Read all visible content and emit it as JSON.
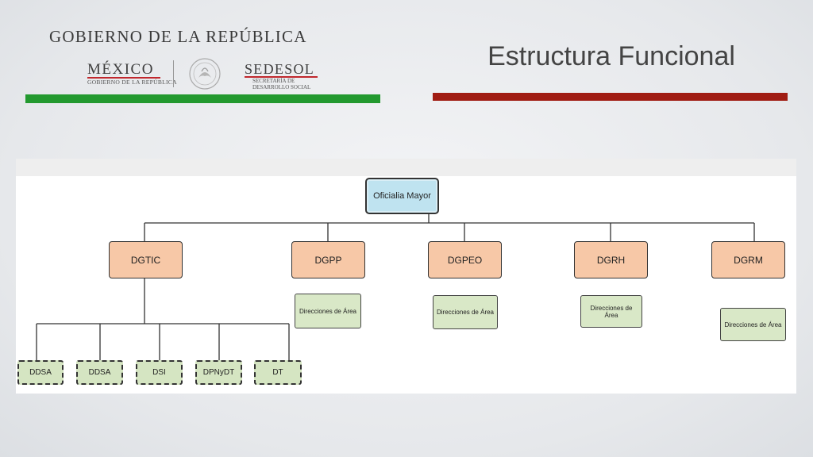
{
  "header": {
    "gov_title": "GOBIERNO DE LA REPÚBLICA",
    "mexico": "MÉXICO",
    "mexico_sub": "GOBIERNO DE LA REPÚBLICA",
    "sedesol": "SEDESOL",
    "sedesol_sub": "SECRETARÍA DE DESARROLLO SOCIAL",
    "title": "Estructura Funcional",
    "colors": {
      "green": "#23992f",
      "red": "#a01c13"
    }
  },
  "org_chart": {
    "root": "Oficialia Mayor",
    "directorates": [
      {
        "label": "DGTIC",
        "child": ""
      },
      {
        "label": "DGPP",
        "child": "Direcciones de Área"
      },
      {
        "label": "DGPEO",
        "child": "Direcciones de Área"
      },
      {
        "label": "DGRH",
        "child": "Direcciones de Área"
      },
      {
        "label": "DGRM",
        "child": "Direcciones de Área"
      }
    ],
    "dgtic_units": [
      "DDSA",
      "DDSA",
      "DSI",
      "DPNyDT",
      "DT"
    ],
    "colors": {
      "root": "#bfe3f0",
      "directorate": "#f7c8a7",
      "area": "#d9e8c7"
    }
  }
}
